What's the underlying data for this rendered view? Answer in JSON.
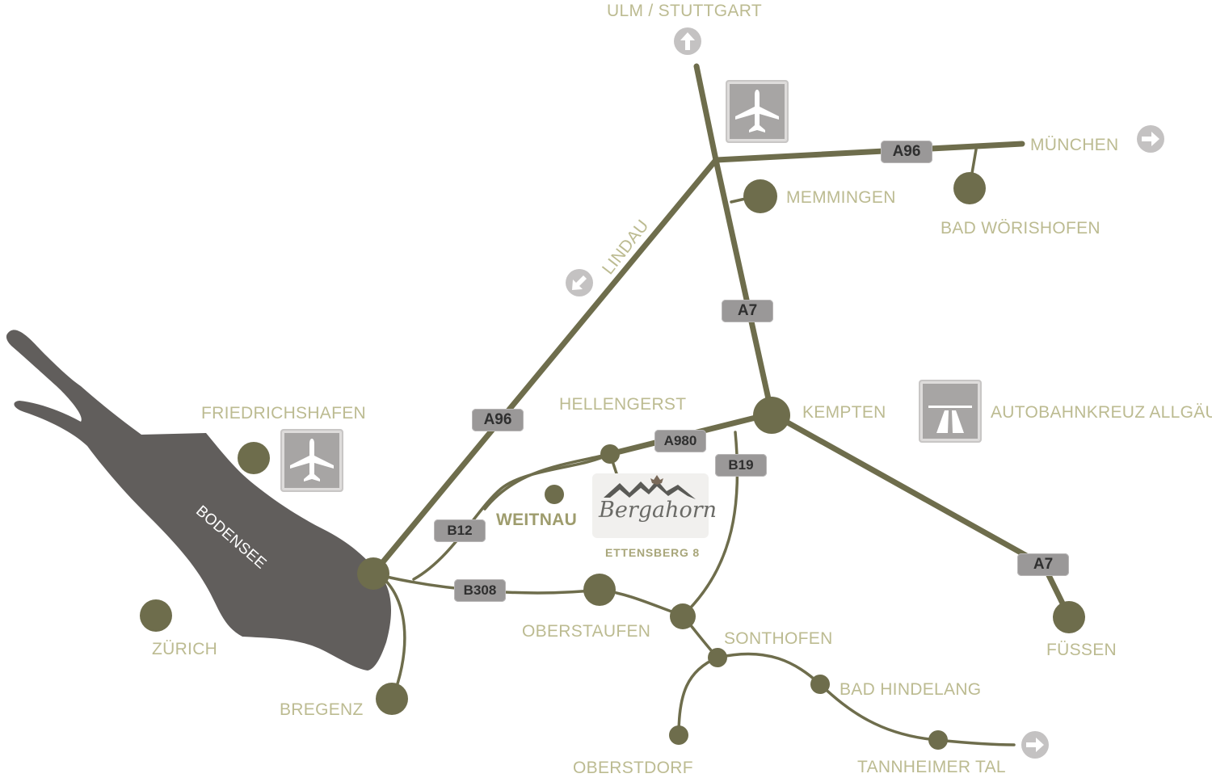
{
  "colors": {
    "road": "#6e6d4c",
    "label": "#bcbb91",
    "lake": "#615e5c",
    "badge": "#9a9898",
    "sign": "#a7a5a4",
    "arrow": "#c4c2c2"
  },
  "places": {
    "ulm_stuttgart": "ULM / STUTTGART",
    "muenchen": "MÜNCHEN",
    "memmingen": "MEMMINGEN",
    "bad_woerishofen": "BAD WÖRISHOFEN",
    "lindau": "LINDAU",
    "friedrichshafen": "FRIEDRICHSHAFEN",
    "hellengerst": "HELLENGERST",
    "kempten": "KEMPTEN",
    "autobahnkreuz": "AUTOBAHNKREUZ ALLGÄU",
    "weitnau": "WEITNAU",
    "ettensberg": "ETTENSBERG 8",
    "bodensee": "BODENSEE",
    "zuerich": "ZÜRICH",
    "bregenz": "BREGENZ",
    "oberstaufen": "OBERSTAUFEN",
    "sonthofen": "SONTHOFEN",
    "bad_hindelang": "BAD HINDELANG",
    "fuessen": "FÜSSEN",
    "oberstdorf": "OBERSTDORF",
    "tannheimer_tal": "TANNHEIMER TAL"
  },
  "roads": {
    "a96_east": "A96",
    "a96_west": "A96",
    "a7_north": "A7",
    "a7_south": "A7",
    "a980": "A980",
    "b19": "B19",
    "b12": "B12",
    "b308": "B308"
  },
  "logo": {
    "brand": "Bergahorn"
  },
  "icons": {
    "airport_north": "airplane-icon",
    "airport_friedrichshafen": "airplane-icon",
    "autobahn": "motorway-icon",
    "direction_ulm": "arrow-up-icon",
    "direction_muenchen": "arrow-right-icon",
    "direction_lindau": "arrow-down-left-icon",
    "direction_tannheim": "arrow-right-icon"
  }
}
